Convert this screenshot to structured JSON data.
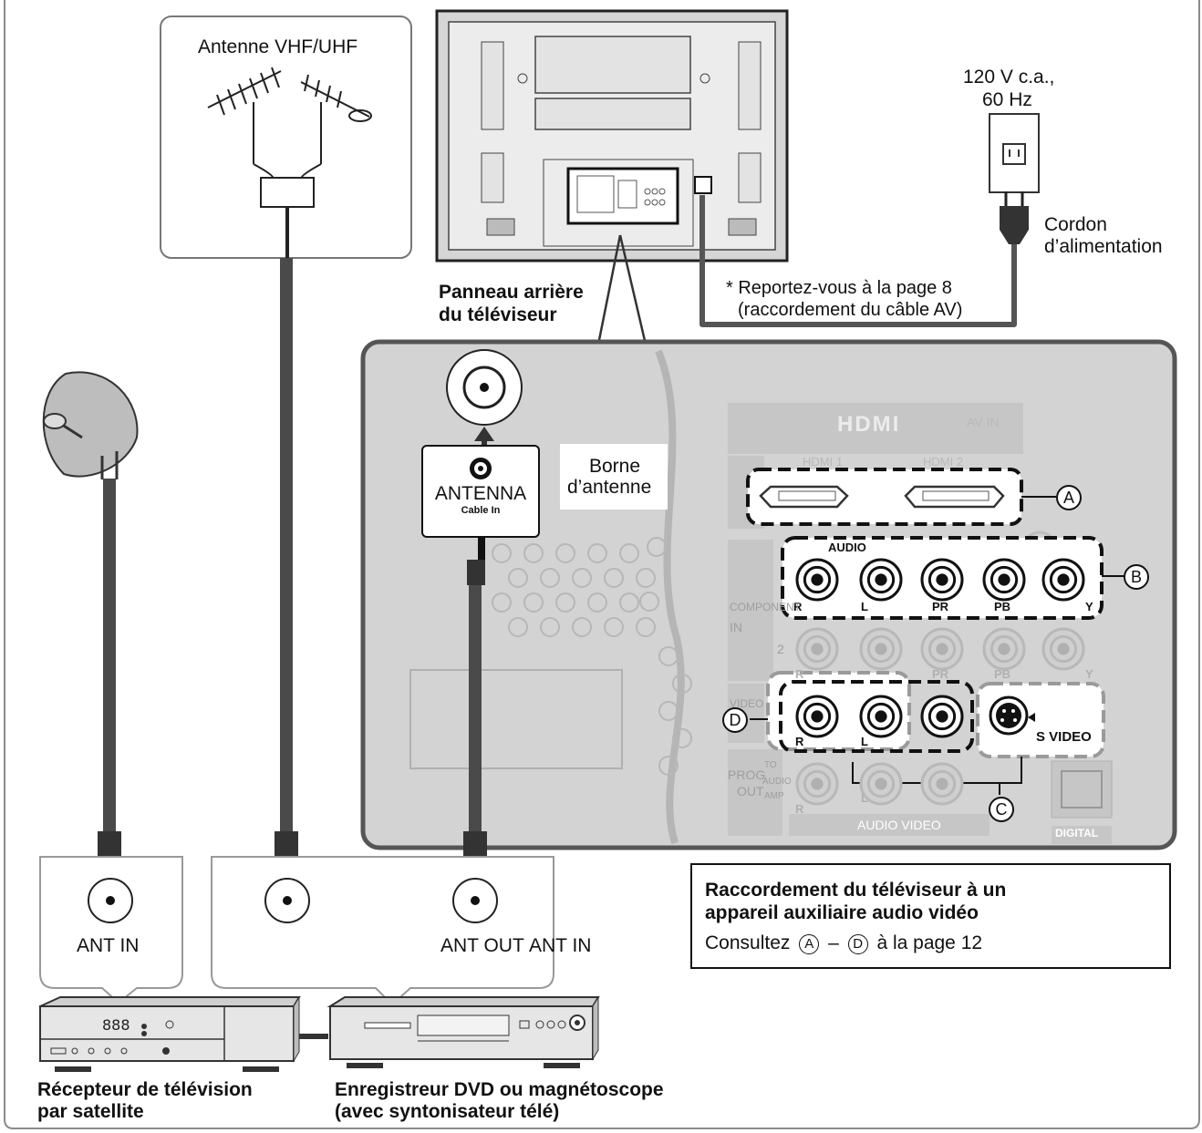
{
  "labels": {
    "antenna": "Antenne VHF/UHF",
    "power_rating": "120 V c.a.,",
    "power_freq": "60 Hz",
    "cord_1": "Cordon",
    "cord_2": "d’alimentation",
    "rear_panel_1": "Panneau arrière",
    "rear_panel_2": "du téléviseur",
    "ref_note_1": "* Reportez-vous à la page 8",
    "ref_note_2": "(raccordement du câble AV)",
    "borne_1": "Borne",
    "borne_2": "d’antenne",
    "antenna_tag": "ANTENNA",
    "cable_in": "Cable In",
    "ant_in_left": "ANT IN",
    "ant_out": "ANT OUT",
    "ant_in_right": "ANT IN",
    "satellite_1": "Récepteur de télévision",
    "satellite_2": "par satellite",
    "dvd_1": "Enregistreur DVD ou magnétoscope",
    "dvd_2": "(avec syntonisateur télé)",
    "note_title_1": "Raccordement du téléviseur à un",
    "note_title_2": "appareil auxiliaire audio vidéo",
    "note_body_prefix": "Consultez",
    "note_body_dash": "–",
    "note_body_suffix": "à la page 12",
    "display_digits": "888"
  },
  "callouts": {
    "a": "A",
    "b": "B",
    "c": "C",
    "d": "D"
  },
  "panel": {
    "hdmi_logo": "HDMI",
    "av_in": "AV IN",
    "hdmi1": "HDMI 1",
    "hdmi2": "HDMI 2",
    "audio": "AUDIO",
    "component_1": "COMPONENT",
    "component_2": "IN",
    "component_num": "2",
    "jack_r": "R",
    "jack_l": "L",
    "jack_pr": "PR",
    "jack_pb": "PB",
    "jack_y": "Y",
    "video_side": "VIDEO",
    "s_video": "S VIDEO",
    "prog_1": "PROG",
    "prog_2": "OUT",
    "to_audio_1": "TO",
    "to_audio_2": "AUDIO",
    "to_audio_3": "AMP",
    "audio_video": "AUDIO VIDEO",
    "digital": "DIGITAL"
  },
  "colors": {
    "panel_fill": "#d3d3d3",
    "panel_stroke": "#555555",
    "cable": "#4a4a4a",
    "outline": "#111111",
    "faint_text": "#b9b9b9"
  }
}
